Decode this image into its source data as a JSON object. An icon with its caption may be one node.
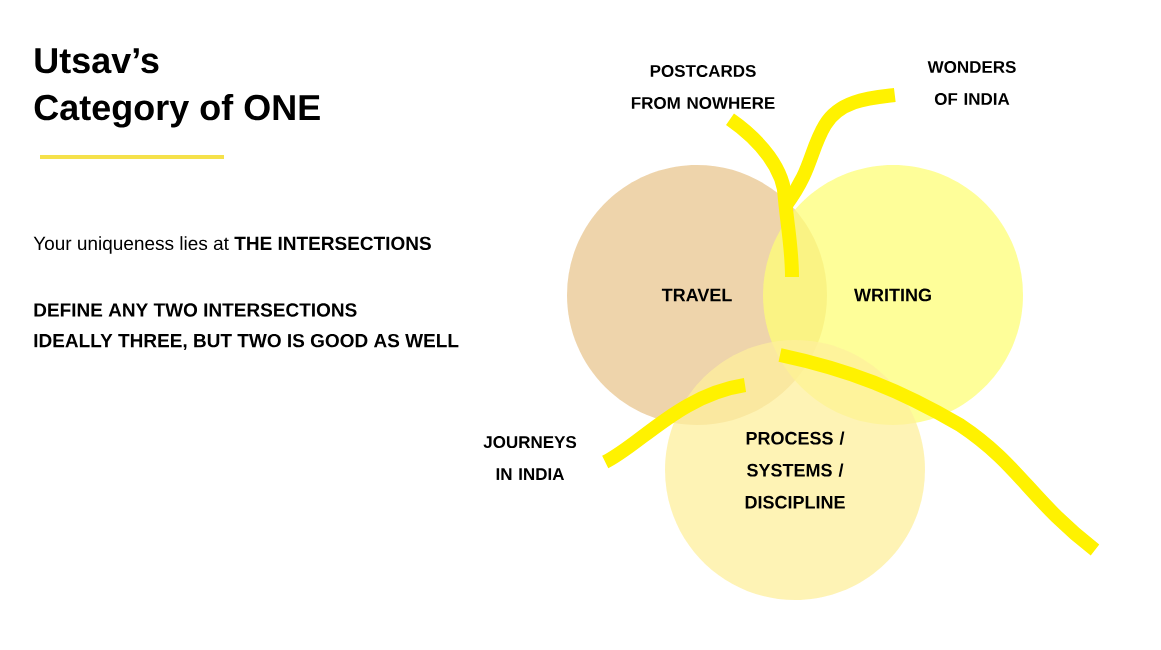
{
  "diagram": {
    "title": "Utsav’s Category of ONE",
    "nodes": [
      {
        "text": [
          "TRAVEL"
        ]
      },
      {
        "text": [
          "WRITING"
        ]
      },
      {
        "text": [
          "PROCESS / SYSTEMS / DISCIPLINE"
        ]
      },
      {
        "text": [
          "POSTCARDS FROM NOWHERE"
        ]
      },
      {
        "text": [
          "WONDERS OF INDIA"
        ]
      },
      {
        "text": [
          "JOURNEYS IN INDIA"
        ]
      }
    ],
    "edges": [
      {
        "from": 3,
        "to": 0,
        "arrow": "none"
      },
      {
        "from": 4,
        "to": 0,
        "arrow": "none"
      },
      {
        "from": 5,
        "to": 0,
        "arrow": "none"
      }
    ],
    "labels": [
      "Your uniqueness lies at **THE INTERSECTIONS**",
      "DEFINE ANY TWO INTERSECTIONS",
      "IDEALLY THREE, BUT TWO IS GOOD AS WELL"
    ]
  }
}
